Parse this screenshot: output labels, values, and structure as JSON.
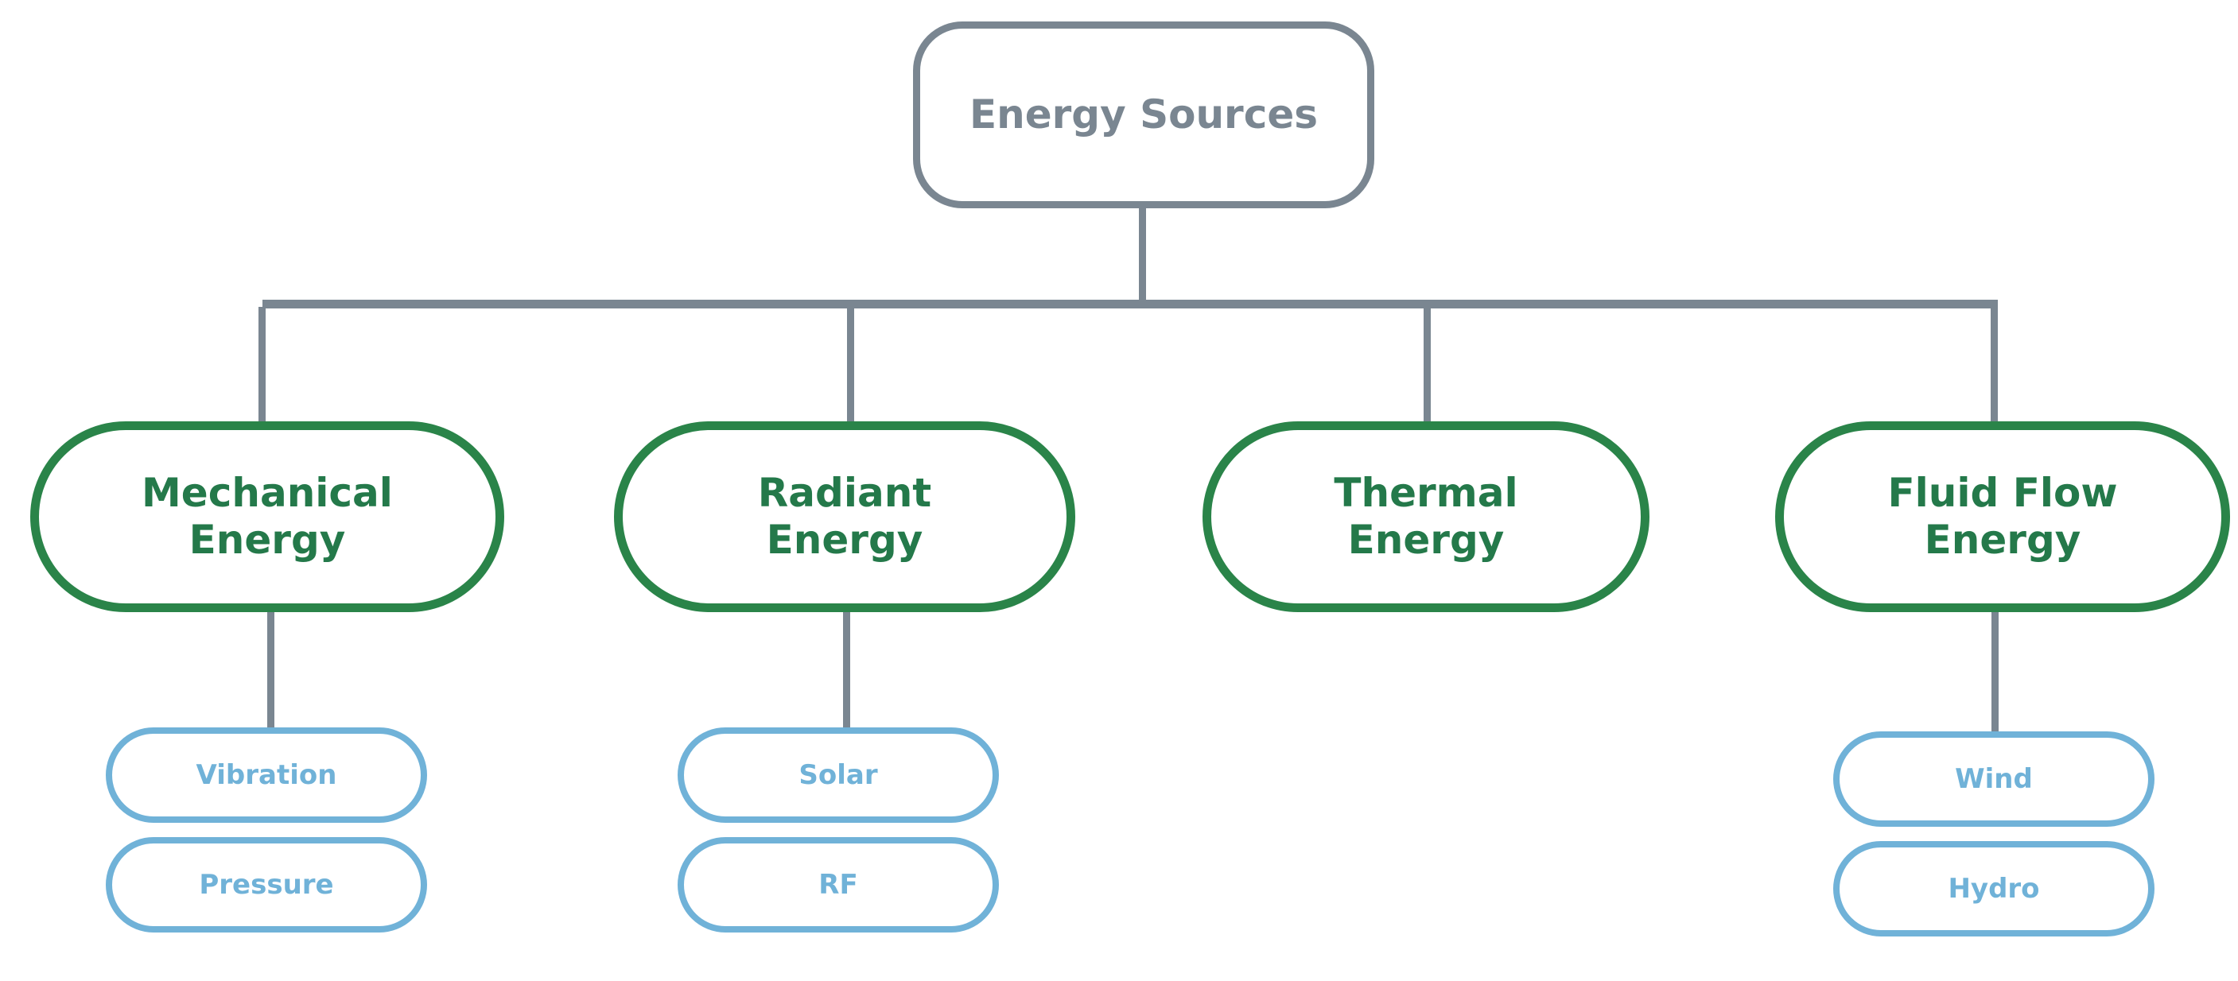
{
  "diagram": {
    "title": "Energy Sources",
    "type": "tree",
    "colors": {
      "root_stroke": "#7a8691",
      "root_text": "#7a8691",
      "category_stroke": "#2a8449",
      "category_text": "#24794a",
      "leaf_stroke": "#70b2d8",
      "leaf_text": "#70b2d8",
      "connector": "#7a8691",
      "background": "#ffffff"
    },
    "root": {
      "label": "Energy Sources"
    },
    "categories": [
      {
        "id": "mechanical",
        "label_line1": "Mechanical",
        "label_line2": "Energy",
        "children": [
          {
            "id": "vibration",
            "label": "Vibration"
          },
          {
            "id": "pressure",
            "label": "Pressure"
          }
        ]
      },
      {
        "id": "radiant",
        "label_line1": "Radiant",
        "label_line2": "Energy",
        "children": [
          {
            "id": "solar",
            "label": "Solar"
          },
          {
            "id": "rf",
            "label": "RF"
          }
        ]
      },
      {
        "id": "thermal",
        "label_line1": "Thermal",
        "label_line2": "Energy",
        "children": []
      },
      {
        "id": "fluid-flow",
        "label_line1": "Fluid Flow",
        "label_line2": "Energy",
        "children": [
          {
            "id": "wind",
            "label": "Wind"
          },
          {
            "id": "hydro",
            "label": "Hydro"
          }
        ]
      }
    ]
  }
}
